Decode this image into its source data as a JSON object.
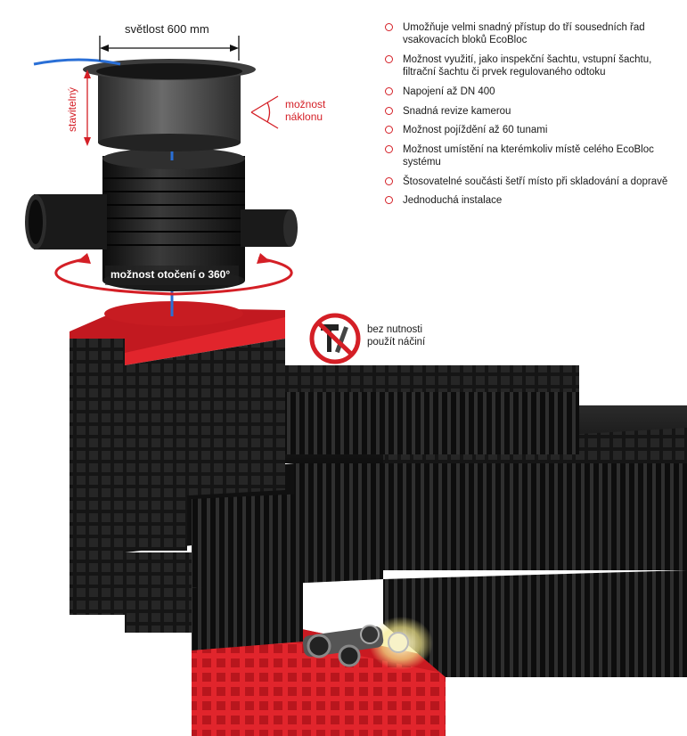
{
  "labels": {
    "width_label": "světlost 600 mm",
    "adjustable_label": "stavitelný",
    "tilt_label_line1": "možnost",
    "tilt_label_line2": "náklonu",
    "rotation_label": "možnost otočení o 360°",
    "no_tools_line1": "bez nutnosti",
    "no_tools_line2": "použít náčiní"
  },
  "features": [
    "Umožňuje velmi snadný přístup do tří sousedních řad vsakovacích bloků EcoBloc",
    "Možnost využití, jako inspekční šachtu, vstupní šachtu, filtrační šachtu či prvek regulovaného odtoku",
    "Napojení až DN 400",
    "Snadná revize kamerou",
    "Možnost pojíždění až 60 tunami",
    "Možnost umístění na kterémkoliv místě celého EcoBloc systému",
    "Štosovatelné součásti šetří místo při skladování a dopravě",
    "Jednoduchá instalace"
  ],
  "colors": {
    "accent_red": "#d41f26",
    "block_black": "#141414",
    "pipe_blue": "#2a6fd6"
  },
  "icons": [
    "no-tools-icon",
    "width-dimension-arrow-icon",
    "rotation-arrow-icon",
    "tilt-angle-icon"
  ]
}
